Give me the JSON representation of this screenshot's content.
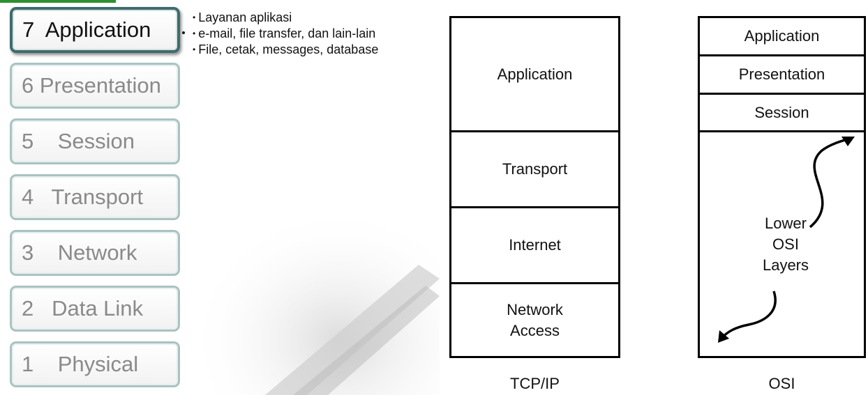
{
  "left_stack": {
    "layers": [
      {
        "label": "7  Application",
        "active": true
      },
      {
        "label": "6 Presentation",
        "active": false
      },
      {
        "label": "5    Session",
        "active": false
      },
      {
        "label": "4   Transport",
        "active": false
      },
      {
        "label": "3    Network",
        "active": false
      },
      {
        "label": "2   Data Link",
        "active": false
      },
      {
        "label": "1    Physical",
        "active": false
      }
    ],
    "colors": {
      "active_border": "#3d6c6e",
      "inactive_border": "#a9c3c1",
      "inactive_text": "#8a8a8a"
    }
  },
  "bullets": [
    "Layanan aplikasi",
    "e-mail, file transfer, dan lain-lain",
    "File, cetak, messages, database"
  ],
  "tcpip": {
    "cells": [
      "Application",
      "Transport",
      "Internet",
      "Network\nAccess"
    ],
    "caption": "TCP/IP"
  },
  "osi": {
    "cells": [
      "Application",
      "Presentation",
      "Session"
    ],
    "lower_label": [
      "Lower",
      "OSI",
      "Layers"
    ],
    "caption": "OSI"
  },
  "accent_color": "#2e8f2e"
}
